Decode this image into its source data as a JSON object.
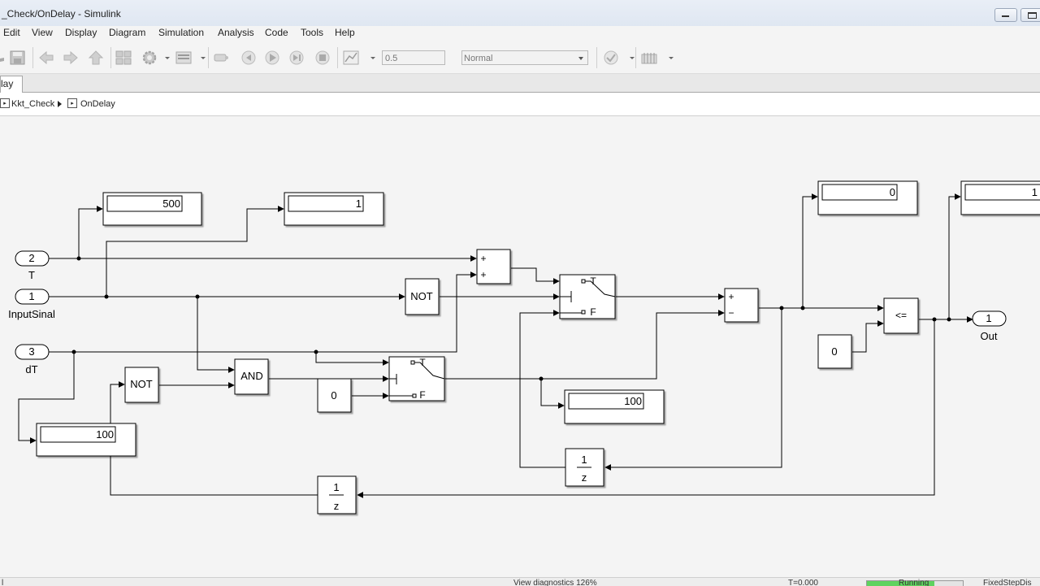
{
  "window": {
    "title": "_Check/OnDelay - Simulink"
  },
  "menu": [
    "Edit",
    "View",
    "Display",
    "Diagram",
    "Simulation",
    "Analysis",
    "Code",
    "Tools",
    "Help"
  ],
  "toolbar": {
    "stop_time": "0.5",
    "sim_mode": "Normal"
  },
  "tab": {
    "label": "lay"
  },
  "breadcrumb": {
    "root": "Kkt_Check",
    "child": "OnDelay"
  },
  "diagram": {
    "inports": [
      {
        "num": "2",
        "name": "T"
      },
      {
        "num": "1",
        "name": "InputSinal"
      },
      {
        "num": "3",
        "name": "dT"
      }
    ],
    "outport": {
      "num": "1",
      "name": "Out"
    },
    "displays": {
      "d500": "500",
      "d1": "1",
      "d0": "0",
      "d1b": "1",
      "d100a": "100",
      "d100b": "100"
    },
    "gates": {
      "not1": "NOT",
      "not2": "NOT",
      "and": "AND",
      "le": "<="
    },
    "constants": {
      "c1": "0",
      "c2": "0"
    },
    "switch_ports": {
      "t": "T",
      "f": "F"
    },
    "sum_signs": {
      "plus": "+",
      "minus": "−"
    },
    "delay": {
      "num": "1",
      "den": "z"
    }
  },
  "status": {
    "left": "l",
    "zoom": "View diagnostics 126%",
    "time": "T=0.000",
    "run": "Running",
    "solver": "FixedStepDis"
  },
  "progress": 0.7
}
